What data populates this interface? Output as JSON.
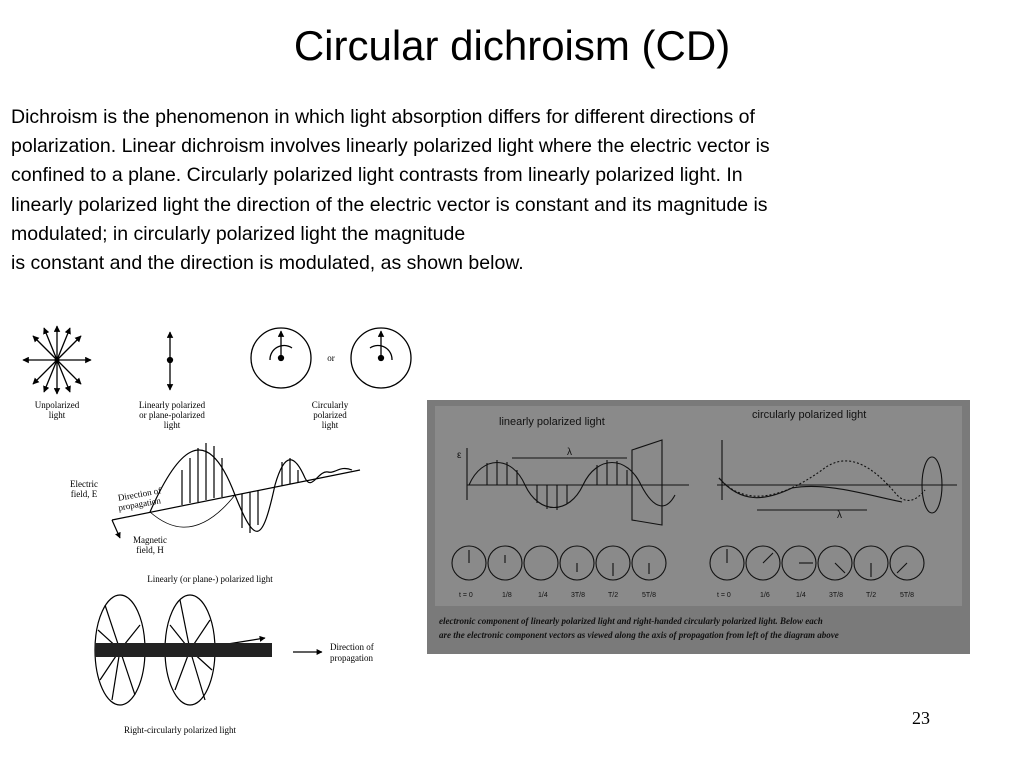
{
  "slide": {
    "title": "Circular dichroism (CD)",
    "body_lines": [
      "Dichroism is the phenomenon in which light absorption differs for different directions of",
      "polarization. Linear dichroism involves linearly polarized light where the electric vector is",
      "confined to a plane. Circularly polarized light contrasts from linearly polarized light. In",
      "linearly polarized light the direction of the electric vector is constant and its magnitude is",
      "modulated; in circularly polarized light the magnitude",
      "is constant and the direction is modulated, as shown below."
    ],
    "slide_number": "23"
  },
  "left_figure": {
    "unpolarized": [
      "Unpolarized",
      "light"
    ],
    "linear": [
      "Linearly polarized",
      "or plane-polarized",
      "light"
    ],
    "circular": [
      "Circularly",
      "polarized",
      "light"
    ],
    "or_label": "or",
    "electric_field": [
      "Electric",
      "field, E"
    ],
    "direction_propagation": [
      "Direction of",
      "propagation"
    ],
    "magnetic_field": [
      "Magnetic",
      "field, H"
    ],
    "linear_caption": "Linearly (or plane-) polarized light",
    "direction_of_propagation": [
      "Direction of",
      "propagation"
    ],
    "right_circular_caption": "Right-circularly polarized light"
  },
  "right_panel": {
    "linear_title": "linearly polarized light",
    "circular_title": "circularly polarized light",
    "lambda": "λ",
    "epsilon": "ε",
    "time_labels_left": [
      "t = 0",
      "1/8",
      "1/4",
      "3T/8",
      "T/2",
      "5T/8"
    ],
    "time_labels_right": [
      "t = 0",
      "1/6",
      "1/4",
      "3T/8",
      "T/2",
      "5T/8"
    ],
    "caption_lines": [
      "electronic component of linearly polarized light and right-handed circularly polarized light. Below each",
      "are the electronic component vectors as viewed along the axis of propagation from left of the diagram above"
    ]
  }
}
